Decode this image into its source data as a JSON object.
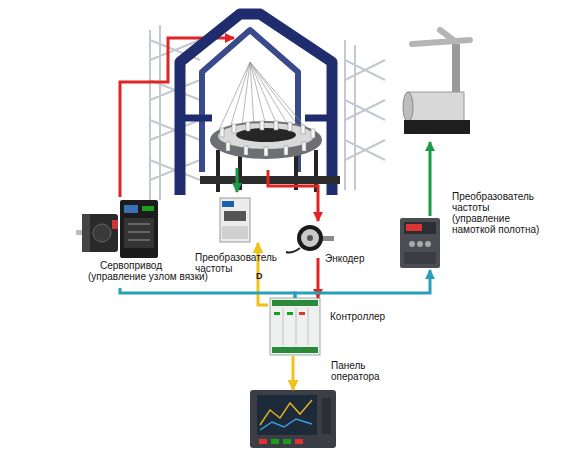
{
  "diagram": {
    "nodes": [
      {
        "text": [
          "Сервопривод",
          "(управление узлом вязки)"
        ]
      },
      {
        "text": [
          "Преобразователь частоты"
        ]
      },
      {
        "text": [
          "Энкодер"
        ]
      },
      {
        "text": [
          "Преобразователь частоты",
          "(управление намоткой полотна)"
        ]
      },
      {
        "text": [
          "Контроллер"
        ]
      },
      {
        "text": [
          "Панель оператора"
        ]
      }
    ],
    "edges": [
      {
        "from": 2,
        "to": 4,
        "arrow": "to"
      },
      {
        "from": 4,
        "to": 1,
        "arrow": "to"
      },
      {
        "from": 4,
        "to": 5,
        "arrow": "to"
      },
      {
        "from": 4,
        "to": 0,
        "arrow": "none"
      },
      {
        "from": 4,
        "to": 3,
        "arrow": "to"
      }
    ],
    "labels": [
      "D"
    ]
  }
}
